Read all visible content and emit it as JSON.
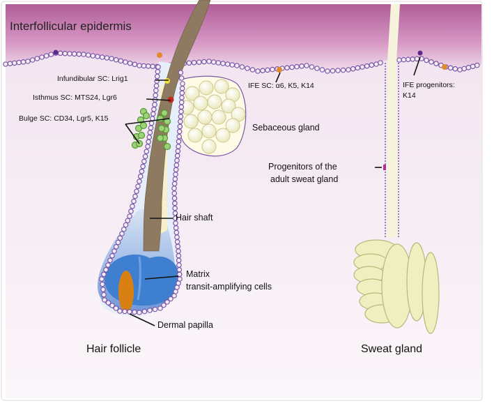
{
  "diagram": {
    "title": "Interfollicular epidermis",
    "labels": {
      "infundibular": "Infundibular SC: Lrig1",
      "isthmus": "Isthmus SC: MTS24, Lgr6",
      "bulge": "Bulge SC: CD34, Lgr5, K15",
      "ife_sc": "IFE SC: α6, K5, K14",
      "ife_prog_1": "IFE progenitors:",
      "ife_prog_2": "K14",
      "sebaceous": "Sebaceous gland",
      "sweat_prog_1": "Progenitors of the",
      "sweat_prog_2": "adult sweat gland",
      "hair_shaft": "Hair shaft",
      "matrix_1": "Matrix",
      "matrix_2": "transit-amplifying cells",
      "dermal_papilla": "Dermal papilla",
      "hair_follicle": "Hair follicle",
      "sweat_gland": "Sweat gland"
    }
  },
  "colors": {
    "epidermis": "#b7629c",
    "dermis": "#f3e7f0",
    "cell_ring": "#7a54a8",
    "sc_orange": "#e08a2a",
    "bulge_green": "#6aba3a",
    "shaft": "#8b7355",
    "gland": "#f6f6d8",
    "matrix_blue": "#3f7fd0",
    "papilla": "#d98012"
  }
}
